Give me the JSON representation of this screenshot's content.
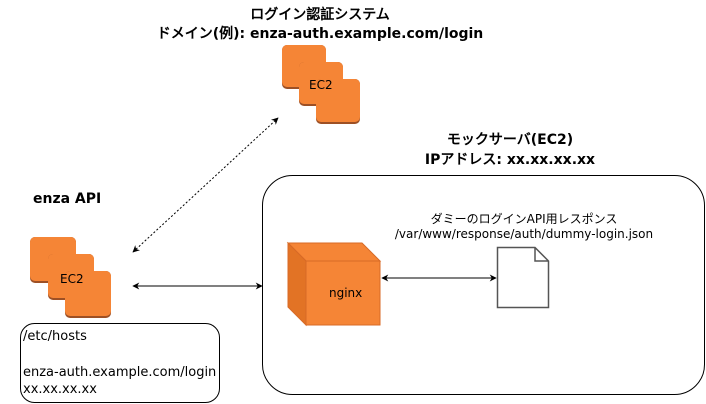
{
  "auth_system": {
    "title": "ログイン認証システム",
    "domain": "ドメイン(例): enza-auth.example.com/login",
    "icon_label": "EC2"
  },
  "enza_api": {
    "title": "enza API",
    "icon_label": "EC2"
  },
  "hosts": {
    "file": "/etc/hosts",
    "domain": "enza-auth.example.com/login",
    "ip": "xx.xx.xx.xx"
  },
  "mock_server": {
    "title": "モックサーバ(EC2)",
    "ip": "IPアドレス: xx.xx.xx.xx",
    "nginx_label": "nginx",
    "response_title": "ダミーのログインAPI用レスポンス",
    "response_path": "/var/www/response/auth/dummy-login.json"
  },
  "colors": {
    "ec2": "#F58536",
    "ec2_shadow": "#9D5025"
  }
}
